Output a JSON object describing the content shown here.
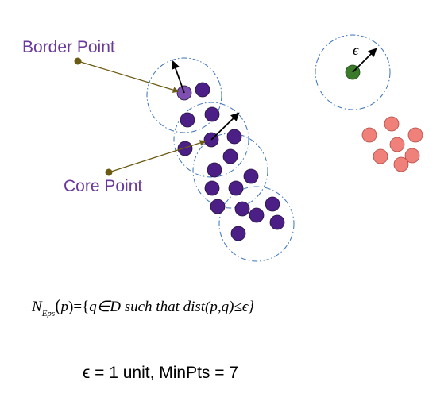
{
  "labels": {
    "border_point": "Border Point",
    "core_point": "Core Point",
    "epsilon_symbol": "ϵ"
  },
  "formula": {
    "n": "N",
    "sub": "Eps",
    "open": "(",
    "p": "p",
    "close_eq": ")={",
    "body": "q∈D such that dist",
    "args": "(p,q)≤ϵ}"
  },
  "parameters": "ϵ = 1 unit, MinPts = 7",
  "colors": {
    "core": "#4b1f85",
    "border": "#7e4fb0",
    "noise": "#f0817a",
    "isolated": "#3a7a2a",
    "neighborhood": "#3b72b8",
    "pointer": "#6b5a12",
    "pointer_marker": "#6b5a12",
    "label_purple": "#6a3a9a"
  }
}
